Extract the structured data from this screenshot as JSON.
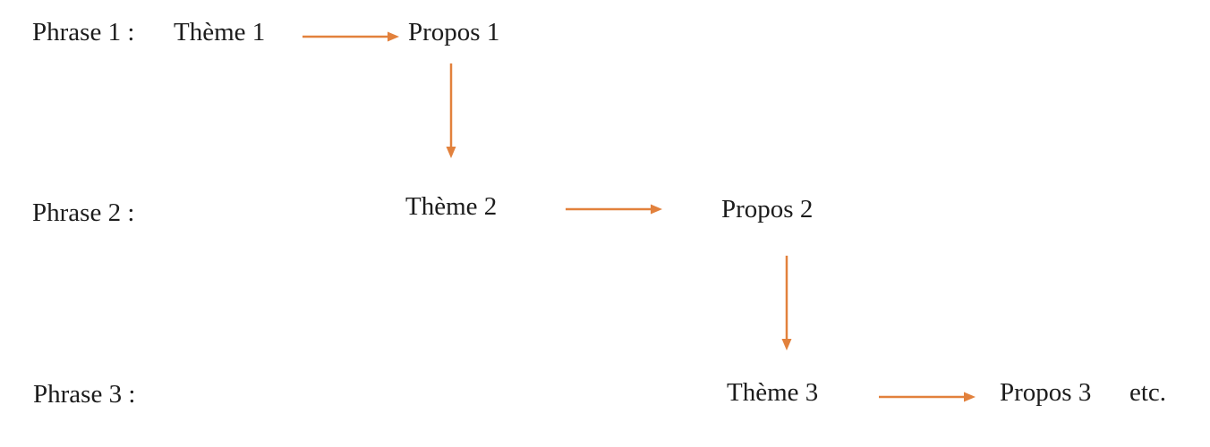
{
  "colors": {
    "arrow": "#E2813C",
    "text": "#1C1C1C",
    "background": "#FFFFFF"
  },
  "rows": [
    {
      "phrase_label": "Phrase 1 :",
      "theme_label": "Thème 1",
      "propos_label": "Propos 1"
    },
    {
      "phrase_label": "Phrase 2 :",
      "theme_label": "Thème 2",
      "propos_label": "Propos 2"
    },
    {
      "phrase_label": "Phrase 3 :",
      "theme_label": "Thème 3",
      "propos_label": "Propos 3",
      "suffix_label": "etc."
    }
  ]
}
